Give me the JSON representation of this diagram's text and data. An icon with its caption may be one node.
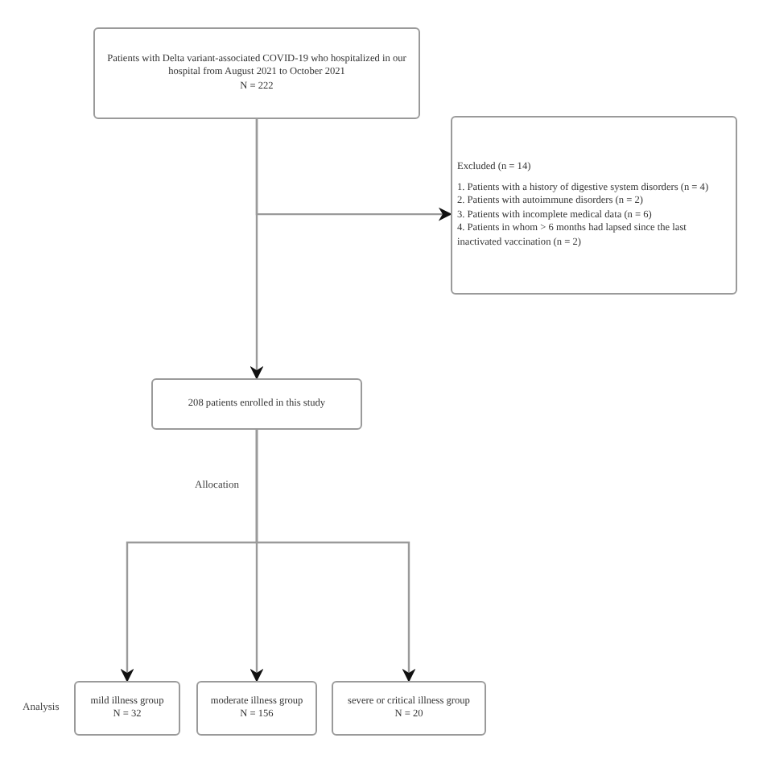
{
  "diagram": {
    "nodes": [
      {
        "text": [
          "Patients with Delta variant-associated COVID-19 who hospitalized in our hospital from August 2021 to October 2021",
          "N = 222"
        ]
      },
      {
        "text": [
          "Excluded (n = 14)",
          "1. Patients with a history of digestive system disorders (n = 4)",
          "2. Patients with autoimmune disorders (n = 2)",
          "3. Patients with incomplete medical data (n = 6)",
          "4. Patients in whom > 6 months had lapsed since the last inactivated vaccination (n = 2)"
        ]
      },
      {
        "text": [
          "208 patients enrolled in this study"
        ]
      },
      {
        "text": [
          "mild illness group",
          "N = 32"
        ]
      },
      {
        "text": [
          "moderate illness group",
          "N = 156"
        ]
      },
      {
        "text": [
          "severe or critical illness group",
          "N = 20"
        ]
      }
    ],
    "edges": [
      {
        "from": 0,
        "to": 2,
        "arrow": "to"
      },
      {
        "from": 0,
        "to": 1,
        "arrow": "to"
      },
      {
        "from": 2,
        "to": 3,
        "arrow": "to"
      },
      {
        "from": 2,
        "to": 4,
        "arrow": "to"
      },
      {
        "from": 2,
        "to": 5,
        "arrow": "to"
      }
    ],
    "labels": [
      "Allocation",
      "Analysis"
    ]
  }
}
